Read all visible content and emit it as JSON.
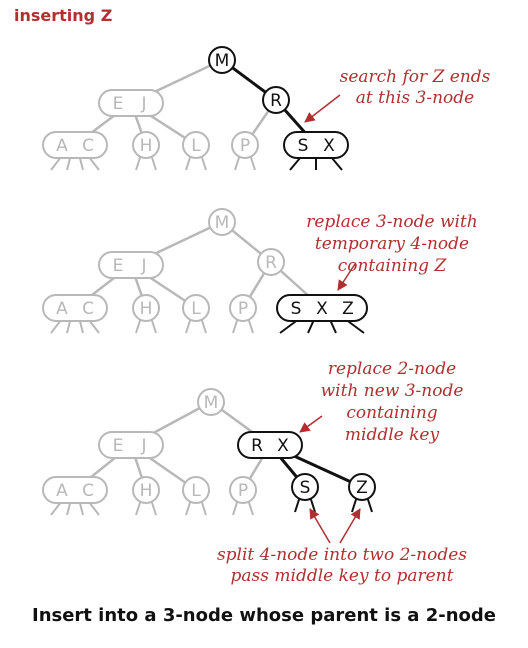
{
  "heading": "inserting Z",
  "caption": "Insert into a 3-node whose parent is a 2-node",
  "colors": {
    "active": "#111111",
    "faded": "#b8b8b8",
    "accent": "#b03030"
  },
  "panels": [
    {
      "id": "step1",
      "nodes": [
        {
          "id": "M",
          "keys": [
            "M"
          ],
          "active": true
        },
        {
          "id": "EJ",
          "keys": [
            "E",
            "J"
          ],
          "active": false
        },
        {
          "id": "R",
          "keys": [
            "R"
          ],
          "active": true
        },
        {
          "id": "AC",
          "keys": [
            "A",
            "C"
          ],
          "active": false
        },
        {
          "id": "H",
          "keys": [
            "H"
          ],
          "active": false
        },
        {
          "id": "L",
          "keys": [
            "L"
          ],
          "active": false
        },
        {
          "id": "P",
          "keys": [
            "P"
          ],
          "active": false
        },
        {
          "id": "SX",
          "keys": [
            "S",
            "X"
          ],
          "active": true
        }
      ],
      "annotations": [
        {
          "id": "note1",
          "lines": [
            "search for Z ends",
            "at this 3-node"
          ]
        }
      ]
    },
    {
      "id": "step2",
      "nodes": [
        {
          "id": "M",
          "keys": [
            "M"
          ],
          "active": false
        },
        {
          "id": "EJ",
          "keys": [
            "E",
            "J"
          ],
          "active": false
        },
        {
          "id": "R",
          "keys": [
            "R"
          ],
          "active": false
        },
        {
          "id": "AC",
          "keys": [
            "A",
            "C"
          ],
          "active": false
        },
        {
          "id": "H",
          "keys": [
            "H"
          ],
          "active": false
        },
        {
          "id": "L",
          "keys": [
            "L"
          ],
          "active": false
        },
        {
          "id": "P",
          "keys": [
            "P"
          ],
          "active": false
        },
        {
          "id": "SXZ",
          "keys": [
            "S",
            "X",
            "Z"
          ],
          "active": true
        }
      ],
      "annotations": [
        {
          "id": "note2",
          "lines": [
            "replace 3-node with",
            "temporary 4-node",
            "containing Z"
          ]
        }
      ]
    },
    {
      "id": "step3",
      "nodes": [
        {
          "id": "M",
          "keys": [
            "M"
          ],
          "active": false
        },
        {
          "id": "EJ",
          "keys": [
            "E",
            "J"
          ],
          "active": false
        },
        {
          "id": "RX",
          "keys": [
            "R",
            "X"
          ],
          "active": true
        },
        {
          "id": "AC",
          "keys": [
            "A",
            "C"
          ],
          "active": false
        },
        {
          "id": "H",
          "keys": [
            "H"
          ],
          "active": false
        },
        {
          "id": "L",
          "keys": [
            "L"
          ],
          "active": false
        },
        {
          "id": "P",
          "keys": [
            "P"
          ],
          "active": false
        },
        {
          "id": "S",
          "keys": [
            "S"
          ],
          "active": true
        },
        {
          "id": "Z",
          "keys": [
            "Z"
          ],
          "active": true
        }
      ],
      "annotations": [
        {
          "id": "note3",
          "lines": [
            "replace 2-node",
            "with new 3-node",
            "containing",
            "middle key"
          ]
        },
        {
          "id": "note4",
          "lines": [
            "split 4-node into two 2-nodes",
            "pass middle key to parent"
          ]
        }
      ]
    }
  ]
}
